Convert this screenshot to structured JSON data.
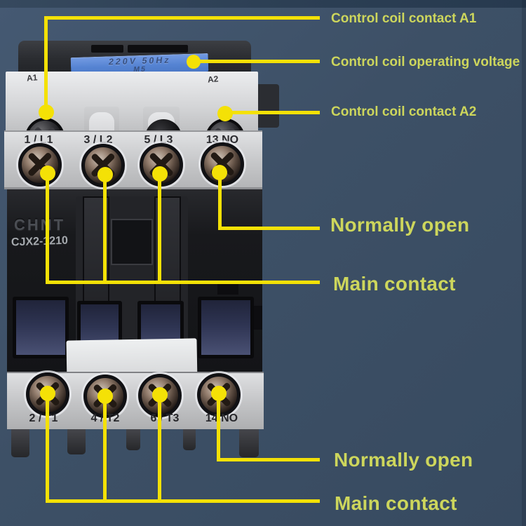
{
  "colors": {
    "background": "#3d5066",
    "callout_line": "#f4e106",
    "callout_label": "#cdd65c"
  },
  "annotations": {
    "control_coil_contact_a1": "Control coil contact A1",
    "control_coil_operating_voltage": "Control coil operating voltage",
    "control_coil_contact_a2": "Control coil contact A2",
    "normally_open_top": "Normally open",
    "main_contact_top": "Main contact",
    "normally_open_bottom": "Normally open",
    "main_contact_bottom": "Main contact"
  },
  "device": {
    "brand": "CHNT",
    "model": "CJX2-1210",
    "coil_voltage_marking": "220V 50Hz",
    "screw_marking": "M5",
    "coil_terminal_a1": "A1",
    "coil_terminal_a2": "A2",
    "top_terminals": [
      "1 / L1",
      "3 / L2",
      "5 / L3",
      "13 NO"
    ],
    "bottom_terminals": [
      "2 / T1",
      "4 / T2",
      "6 / T3",
      "14 NO"
    ]
  }
}
